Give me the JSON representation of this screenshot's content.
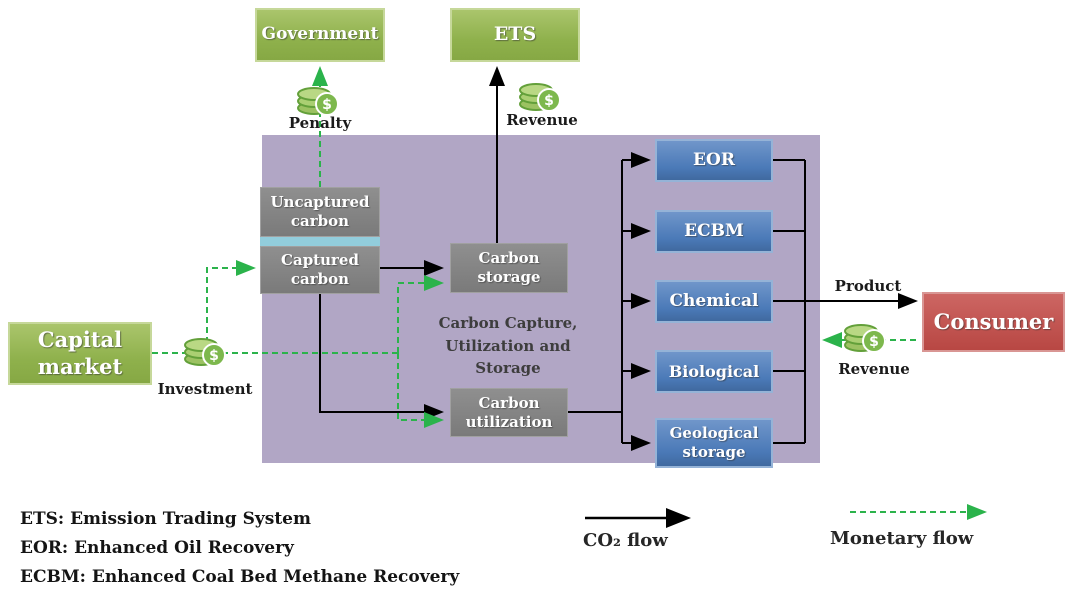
{
  "nodes": {
    "government": {
      "label": "Government"
    },
    "ets": {
      "label": "ETS"
    },
    "capital_market": {
      "label": "Capital market"
    },
    "consumer": {
      "label": "Consumer"
    },
    "uncaptured_carbon": {
      "label": "Uncaptured carbon"
    },
    "captured_carbon": {
      "label": "Captured carbon"
    },
    "carbon_storage": {
      "label": "Carbon storage"
    },
    "carbon_utilization": {
      "label": "Carbon utilization"
    },
    "ccus_area": {
      "label": "Carbon Capture, Utilization and Storage"
    },
    "eor": {
      "label": "EOR"
    },
    "ecbm": {
      "label": "ECBM"
    },
    "chemical": {
      "label": "Chemical"
    },
    "biological": {
      "label": "Biological"
    },
    "geological_storage": {
      "label": "Geological storage"
    }
  },
  "flow_labels": {
    "penalty": "Penalty",
    "ets_revenue": "Revenue",
    "investment": "Investment",
    "product": "Product",
    "consumer_revenue": "Revenue"
  },
  "legend": {
    "definitions": [
      "ETS: Emission Trading System",
      "EOR: Enhanced Oil Recovery",
      "ECBM: Enhanced Coal Bed Methane Recovery"
    ],
    "co2_flow": "CO₂ flow",
    "monetary_flow": "Monetary flow"
  },
  "icons": {
    "money": "coin-stack-dollar-icon"
  },
  "colors": {
    "node_green": "#95b554",
    "node_gray": "#7f7f7f",
    "node_blue": "#4f81bd",
    "node_red": "#c0504d",
    "ccus_background": "#b1a6c5",
    "capture_strip": "#92cddc",
    "monetary_flow_green": "#2bb34b",
    "co2_flow_black": "#000000"
  }
}
